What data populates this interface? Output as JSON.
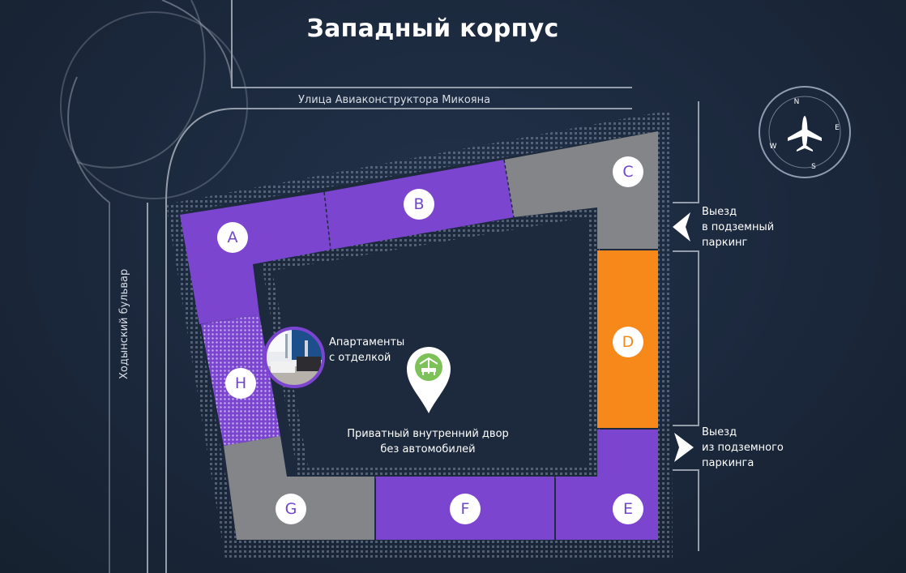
{
  "title": "Западный корпус",
  "streets": {
    "north": "Улица Авиаконструктора Микояна",
    "west": "Ходынский бульвар"
  },
  "parking": {
    "exit_to": [
      "Выезд",
      "в подземный",
      "паркинг"
    ],
    "exit_from": [
      "Выезд",
      "из подземного",
      "паркинга"
    ]
  },
  "apartments_label": [
    "Апартаменты",
    "с отделкой"
  ],
  "courtyard_label": [
    "Приватный внутренний двор",
    "без автомобилей"
  ],
  "compass": {
    "n": "N",
    "e": "E",
    "s": "S",
    "w": "W"
  },
  "sections": {
    "a": "A",
    "b": "B",
    "c": "C",
    "d": "D",
    "e": "E",
    "f": "F",
    "g": "G",
    "h": "H"
  },
  "colors": {
    "purple": "#7b45cf",
    "gray": "#838588",
    "orange": "#f6891a",
    "road": "#aab3bf"
  }
}
